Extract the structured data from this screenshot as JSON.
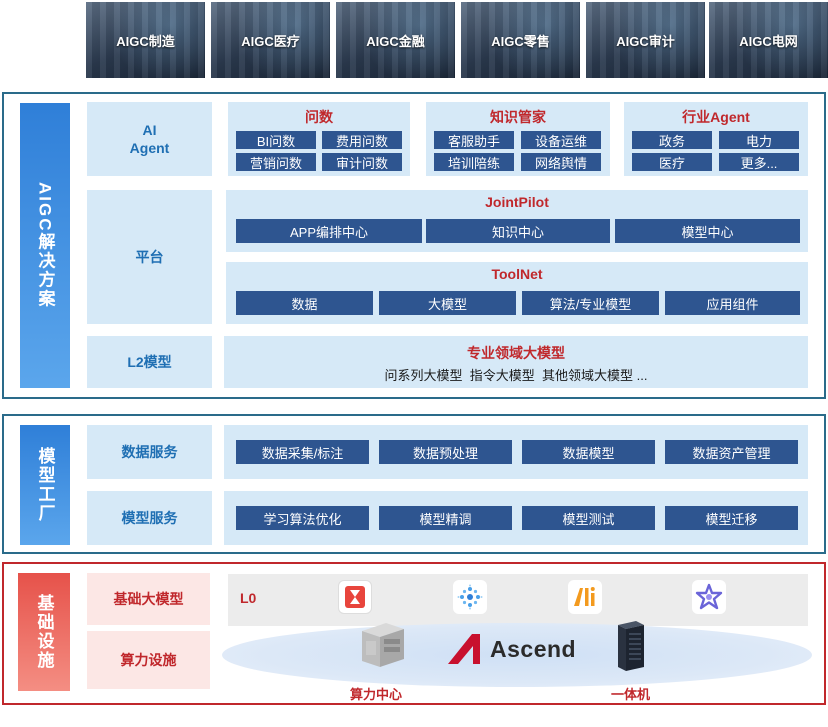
{
  "industries": [
    "AIGC制造",
    "AIGC医疗",
    "AIGC金融",
    "AIGC零售",
    "AIGC审计",
    "AIGC电网"
  ],
  "solution": {
    "side_label": "AIGC解决方案",
    "ai_agent": {
      "label_line1": "AI",
      "label_line2": "Agent",
      "groups": [
        {
          "title": "问数",
          "items": [
            "BI问数",
            "费用问数",
            "营销问数",
            "审计问数"
          ]
        },
        {
          "title": "知识管家",
          "items": [
            "客服助手",
            "设备运维",
            "培训陪练",
            "网络舆情"
          ]
        },
        {
          "title": "行业Agent",
          "items": [
            "政务",
            "电力",
            "医疗",
            "更多..."
          ]
        }
      ]
    },
    "platform": {
      "label": "平台",
      "jointpilot": {
        "title": "JointPilot",
        "items": [
          "APP编排中心",
          "知识中心",
          "模型中心"
        ]
      },
      "toolnet": {
        "title": "ToolNet",
        "items": [
          "数据",
          "大模型",
          "算法/专业模型",
          "应用组件"
        ]
      }
    },
    "l2": {
      "label": "L2模型",
      "title": "专业领域大模型",
      "subtitle": "问系列大模型  指令大模型  其他领域大模型 ..."
    }
  },
  "factory": {
    "side_label": "模型工厂",
    "data_service": {
      "label": "数据服务",
      "items": [
        "数据采集/标注",
        "数据预处理",
        "数据模型",
        "数据资产管理"
      ]
    },
    "model_service": {
      "label": "模型服务",
      "items": [
        "学习算法优化",
        "模型精调",
        "模型测试",
        "模型迁移"
      ]
    }
  },
  "infra": {
    "side_label": "基础设施",
    "base_model_label": "基础大模型",
    "compute_label": "算力设施",
    "l0_label": "L0",
    "logos": [
      "hourglass-logo",
      "dots-sphere-logo",
      "ali-logo",
      "star-hexagon-logo"
    ],
    "ascend_text": "Ascend",
    "datacenter_label": "算力中心",
    "allinone_label": "一体机"
  },
  "colors": {
    "frame_blue": "#2a6b8a",
    "frame_red": "#c0282c",
    "chip": "#2e5590",
    "panel": "#d6e9f7",
    "title_red": "#c0282c"
  }
}
